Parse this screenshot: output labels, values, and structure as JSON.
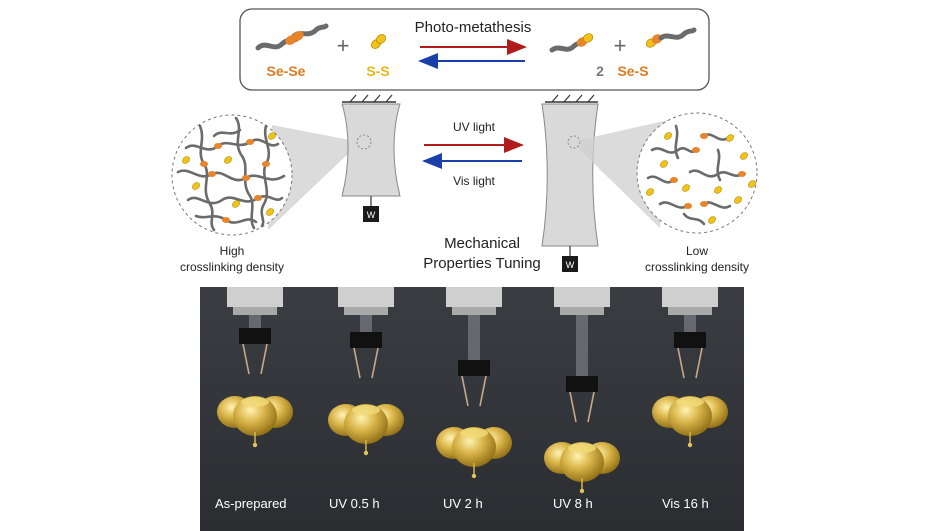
{
  "reaction": {
    "title": "Photo-metathesis",
    "plus": "+",
    "reactant_1": "Se-Se",
    "reactant_2": "S-S",
    "product_coeff": "2",
    "product": "Se-S"
  },
  "arrows": {
    "forward": "UV light",
    "backward": "Vis light",
    "forward_color": "#b01c1c",
    "backward_color": "#1b3fa8"
  },
  "left_network": {
    "label_line1": "High",
    "label_line2": "crosslinking density"
  },
  "right_network": {
    "label_line1": "Low",
    "label_line2": "crosslinking density"
  },
  "weight_label": "W",
  "center_caption": {
    "line1": "Mechanical",
    "line2": "Properties Tuning"
  },
  "colors": {
    "selenium": "#e8842a",
    "sulfur": "#f0c21a",
    "chain": "#6b6b6b"
  },
  "photos": [
    {
      "label": "As-prepared"
    },
    {
      "label": "UV 0.5 h"
    },
    {
      "label": "UV 2 h"
    },
    {
      "label": "UV 8 h"
    },
    {
      "label": "Vis 16 h"
    }
  ]
}
